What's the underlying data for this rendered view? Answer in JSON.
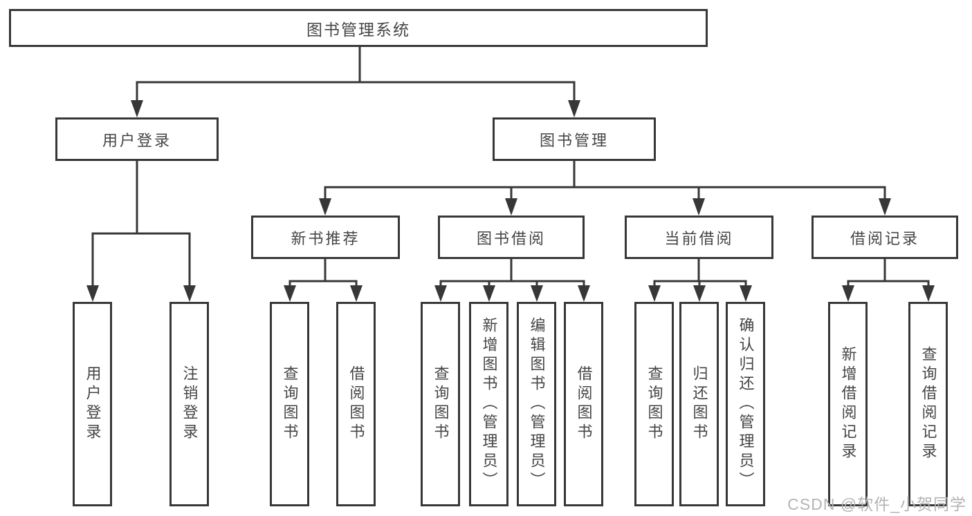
{
  "diagram": {
    "root": {
      "id": "library-management-system",
      "label": "图书管理系统",
      "children": [
        {
          "id": "user-login-branch",
          "label": "用户登录",
          "children": [
            {
              "id": "user-login",
              "label": "用户登录"
            },
            {
              "id": "logout",
              "label": "注销登录"
            }
          ]
        },
        {
          "id": "book-management",
          "label": "图书管理",
          "children": [
            {
              "id": "new-book-recommend",
              "label": "新书推荐",
              "children": [
                {
                  "id": "query-books-1",
                  "label": "查询图书"
                },
                {
                  "id": "borrow-books-1",
                  "label": "借阅图书"
                }
              ]
            },
            {
              "id": "book-borrowing",
              "label": "图书借阅",
              "children": [
                {
                  "id": "query-books-2",
                  "label": "查询图书"
                },
                {
                  "id": "add-book-admin",
                  "label": "新增图书（管理员）"
                },
                {
                  "id": "edit-book-admin",
                  "label": "编辑图书（管理员）"
                },
                {
                  "id": "borrow-books-2",
                  "label": "借阅图书"
                }
              ]
            },
            {
              "id": "current-borrowing",
              "label": "当前借阅",
              "children": [
                {
                  "id": "query-books-3",
                  "label": "查询图书"
                },
                {
                  "id": "return-book",
                  "label": "归还图书"
                },
                {
                  "id": "confirm-return-admin",
                  "label": "确认归还（管理员）"
                }
              ]
            },
            {
              "id": "borrow-records",
              "label": "借阅记录",
              "children": [
                {
                  "id": "add-borrow-record",
                  "label": "新增借阅记录"
                },
                {
                  "id": "query-borrow-record",
                  "label": "查询借阅记录"
                }
              ]
            }
          ]
        }
      ]
    },
    "watermark": "CSDN @软件_小贺同学",
    "colors": {
      "line": "#373737",
      "box_border": "#373737",
      "text": "#454545",
      "watermark": "#b4b4b4",
      "background": "#ffffff"
    }
  }
}
